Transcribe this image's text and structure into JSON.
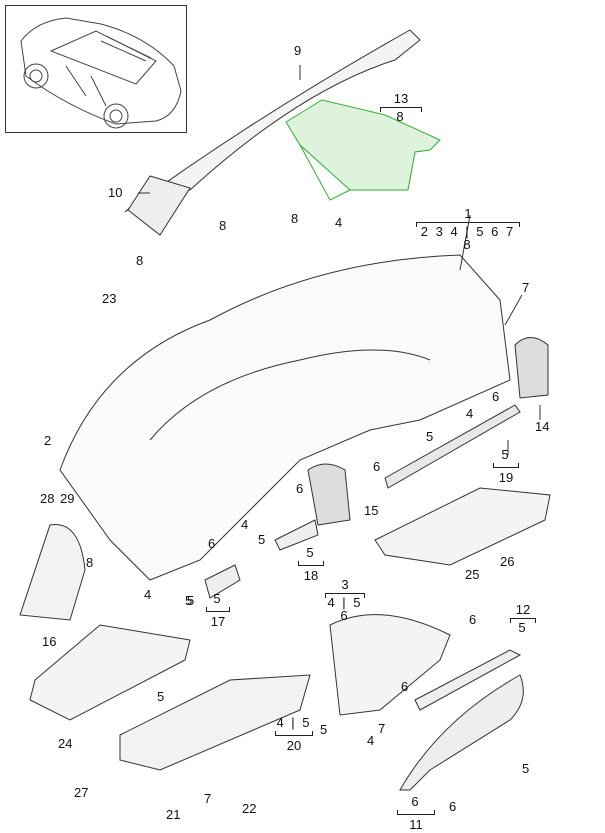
{
  "diagram": {
    "title": "Dashboard / Instrument Panel Exploded Parts Diagram",
    "highlight_color": "#2db02d",
    "line_color": "#333333",
    "thumbnail": {
      "label": "vehicle-overview",
      "description": "SUV isometric view"
    },
    "callouts": [
      {
        "id": "c9",
        "text": "9"
      },
      {
        "id": "c10",
        "text": "10"
      },
      {
        "id": "c8a",
        "text": "8"
      },
      {
        "id": "c8b",
        "text": "8"
      },
      {
        "id": "c8c",
        "text": "8"
      },
      {
        "id": "c4a",
        "text": "4"
      },
      {
        "id": "c23",
        "text": "23"
      },
      {
        "id": "c2",
        "text": "2"
      },
      {
        "id": "c28",
        "text": "28"
      },
      {
        "id": "c29",
        "text": "29"
      },
      {
        "id": "c8d",
        "text": "8"
      },
      {
        "id": "c16",
        "text": "16"
      },
      {
        "id": "c4b",
        "text": "4"
      },
      {
        "id": "c5a",
        "text": "5"
      },
      {
        "id": "c6a",
        "text": "6"
      },
      {
        "id": "c5b",
        "text": "5"
      },
      {
        "id": "c4c",
        "text": "4"
      },
      {
        "id": "c5c",
        "text": "5"
      },
      {
        "id": "c6b",
        "text": "6"
      },
      {
        "id": "c15",
        "text": "15"
      },
      {
        "id": "c7a",
        "text": "7"
      },
      {
        "id": "c6c",
        "text": "6"
      },
      {
        "id": "c14",
        "text": "14"
      },
      {
        "id": "c4d",
        "text": "4"
      },
      {
        "id": "c5d",
        "text": "5"
      },
      {
        "id": "c6d",
        "text": "6"
      },
      {
        "id": "c25",
        "text": "25"
      },
      {
        "id": "c26",
        "text": "26"
      },
      {
        "id": "c24",
        "text": "24"
      },
      {
        "id": "c27",
        "text": "27"
      },
      {
        "id": "c5e",
        "text": "5"
      },
      {
        "id": "c21",
        "text": "21"
      },
      {
        "id": "c7b",
        "text": "7"
      },
      {
        "id": "c22",
        "text": "22"
      },
      {
        "id": "c5f",
        "text": "5"
      },
      {
        "id": "c4e",
        "text": "4"
      },
      {
        "id": "c6e",
        "text": "6"
      },
      {
        "id": "c7c",
        "text": "7"
      },
      {
        "id": "c6f",
        "text": "6"
      },
      {
        "id": "c5g",
        "text": "5"
      },
      {
        "id": "c6g",
        "text": "6"
      }
    ],
    "groups": [
      {
        "id": "g1",
        "head": "1",
        "subs": "2 3 4 | 5 6 7 8"
      },
      {
        "id": "g13",
        "head": "13",
        "subs": "8"
      },
      {
        "id": "g19",
        "head": "19",
        "subs": "5"
      },
      {
        "id": "g18",
        "head": "18",
        "subs": "5"
      },
      {
        "id": "g17",
        "head": "17",
        "subs": "5"
      },
      {
        "id": "g3",
        "head": "3",
        "subs": "4 | 5 6"
      },
      {
        "id": "g12",
        "head": "12",
        "subs": "5"
      },
      {
        "id": "g20",
        "head": "20",
        "subs": "4 | 5"
      },
      {
        "id": "g11",
        "head": "11",
        "subs": "6"
      }
    ]
  }
}
